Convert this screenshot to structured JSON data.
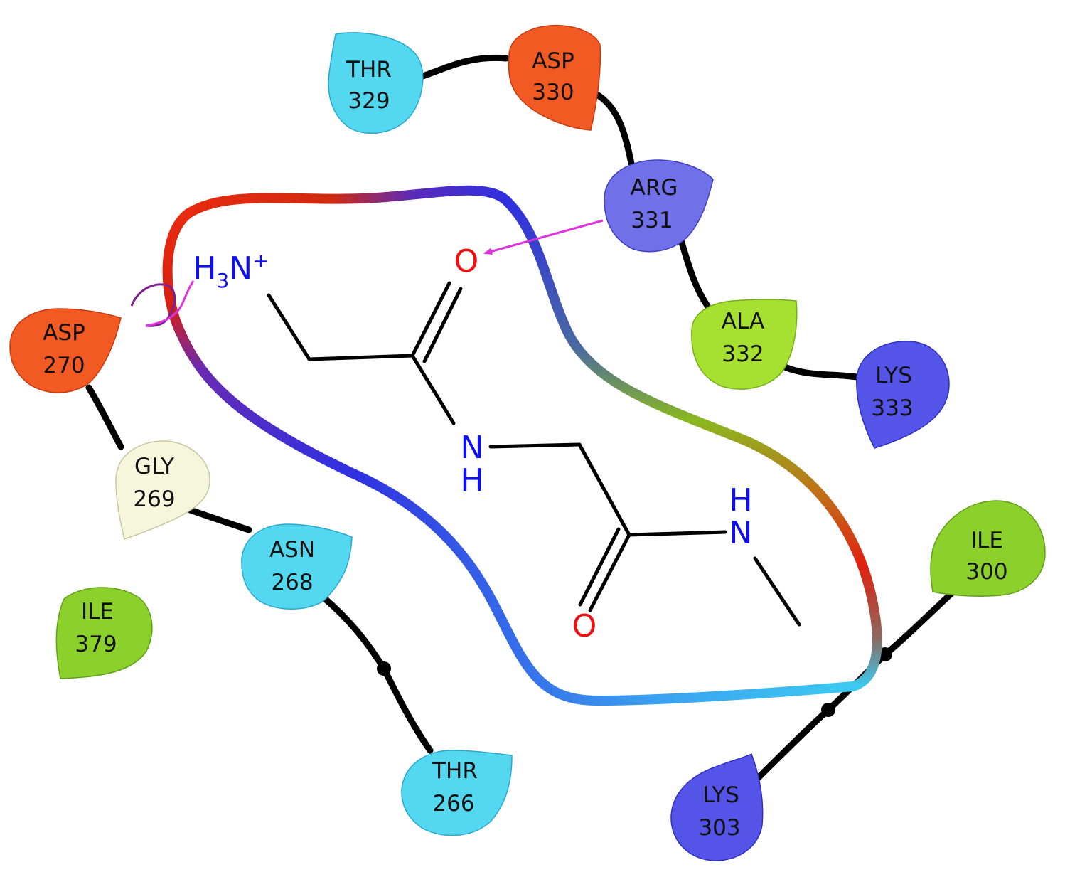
{
  "residues": [
    {
      "name": "THR",
      "num": "329",
      "color": "#54d8f0"
    },
    {
      "name": "ASP",
      "num": "330",
      "color": "#f25a24"
    },
    {
      "name": "ARG",
      "num": "331",
      "color": "#7070e8"
    },
    {
      "name": "ALA",
      "num": "332",
      "color": "#a6e030"
    },
    {
      "name": "LYS",
      "num": "333",
      "color": "#5454e8"
    },
    {
      "name": "ASP",
      "num": "270",
      "color": "#f25a24"
    },
    {
      "name": "GLY",
      "num": "269",
      "color": "#f4f4d8"
    },
    {
      "name": "ASN",
      "num": "268",
      "color": "#54d8f0"
    },
    {
      "name": "ILE",
      "num": "379",
      "color": "#8cd02c"
    },
    {
      "name": "THR",
      "num": "266",
      "color": "#54d8f0"
    },
    {
      "name": "ILE",
      "num": "300",
      "color": "#8cd02c"
    },
    {
      "name": "LYS",
      "num": "303",
      "color": "#5454e8"
    }
  ],
  "ligand": {
    "amine_h": "H",
    "amine_sub": "3",
    "amine_n": "N",
    "amine_charge": "+",
    "oxygen_top": "O",
    "oxygen_bottom": "O",
    "nh1_n": "N",
    "nh1_h": "H",
    "nh2_h": "H",
    "nh2_n": "N"
  },
  "colors": {
    "oxygen": "#ee1010",
    "nitrogen": "#1010ee",
    "hbond_arrow": "#dd33dd",
    "salt_bridge": "#dd33dd"
  }
}
